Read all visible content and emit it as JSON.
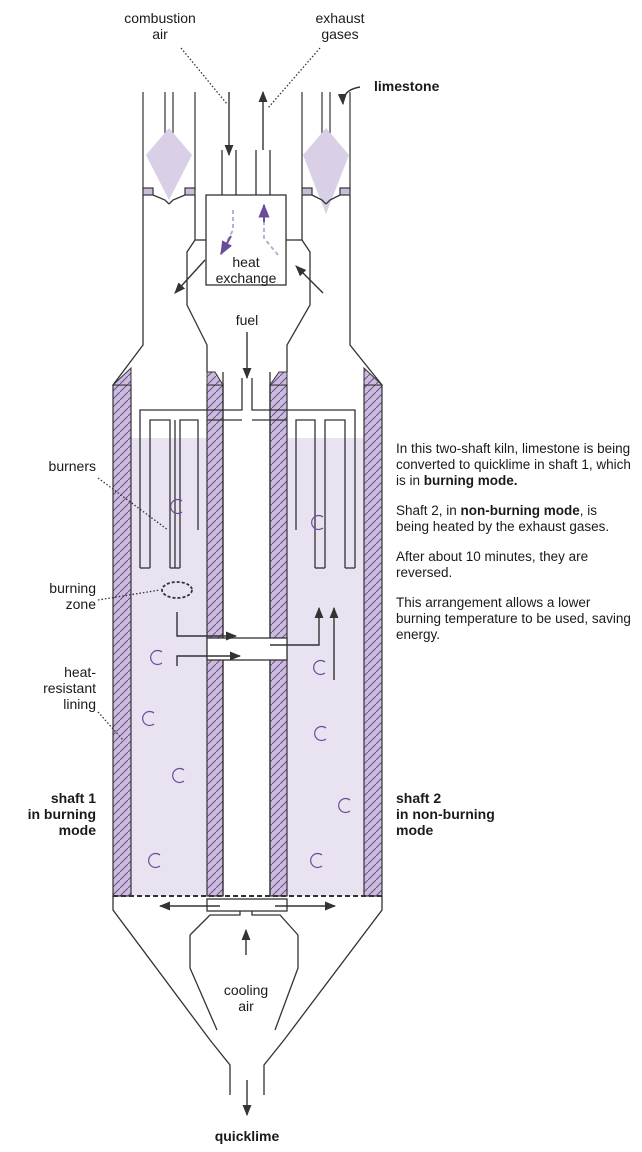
{
  "labels": {
    "combustion_air": "combustion\nair",
    "exhaust_gases": "exhaust\ngases",
    "limestone": "limestone",
    "heat_exchange": "heat\nexchange",
    "fuel": "fuel",
    "burners": "burners",
    "burning_zone": "burning\nzone",
    "heat_resistant_lining": "heat-\nresistant\nlining",
    "shaft1": "shaft 1\nin burning\nmode",
    "shaft2": "shaft 2\nin non-burning\nmode",
    "cooling_air": "cooling\nair",
    "quicklime": "quicklime"
  },
  "description": {
    "p1_a": "In this two-shaft kiln, limestone is being converted to quicklime in shaft 1, which is in ",
    "p1_b": "burning mode.",
    "p2_a": "Shaft 2, in ",
    "p2_b": "non-burning mode",
    "p2_c": ", is being heated by the exhaust gases.",
    "p3": "After about 10 minutes, they are reversed.",
    "p4": "This arrangement allows a lower burning temperature to be used, saving energy."
  },
  "colors": {
    "fill": "#e9e2f1",
    "lining": "#cbbcda",
    "purple": "#6b4c9a",
    "line": "#333333"
  }
}
